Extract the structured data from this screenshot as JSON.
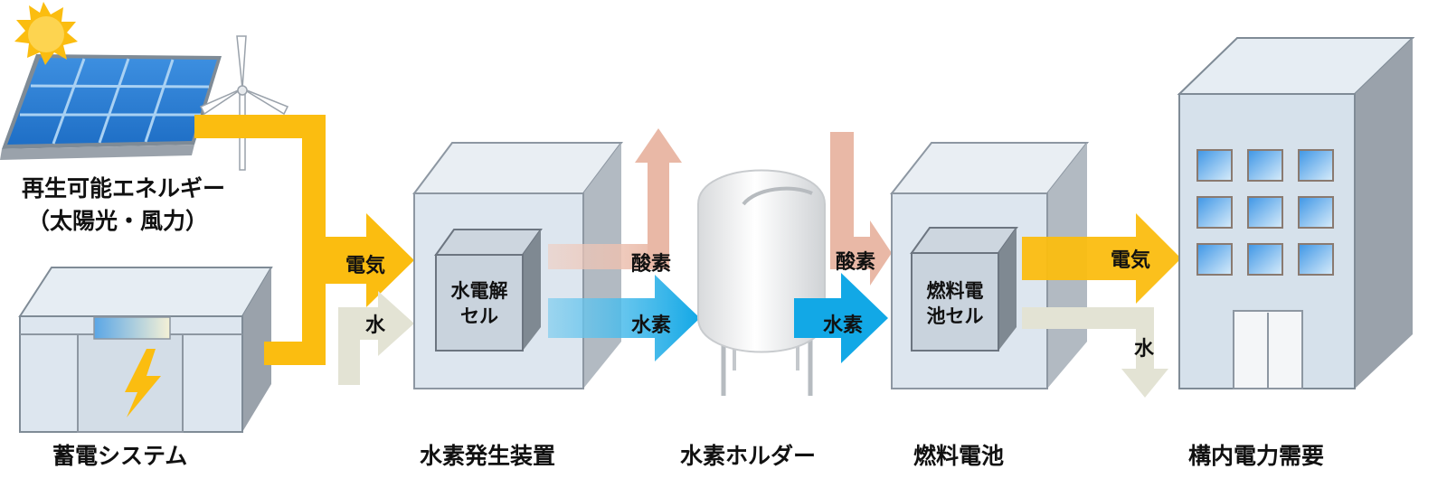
{
  "sources": {
    "renewable_line1": "再生可能エネルギー",
    "renewable_line2": "（太陽光・風力）",
    "storage": "蓄電システム"
  },
  "devices": {
    "generator": "水素発生装置",
    "electrolysis_line1": "水電解",
    "electrolysis_line2": "セル",
    "holder": "水素ホルダー",
    "fuel_cell": "燃料電池",
    "fuel_cell_inner_line1": "燃料電",
    "fuel_cell_inner_line2": "池セル",
    "demand": "構内電力需要"
  },
  "flows": {
    "electricity_in": "電気",
    "water_in": "水",
    "oxygen_out": "酸素",
    "hydrogen_out": "水素",
    "oxygen_in": "酸素",
    "hydrogen_in": "水素",
    "electricity_out": "電気",
    "water_out": "水"
  },
  "colors": {
    "electricity": "#fbbd10",
    "water": "#e3e3d4",
    "oxygen": "#e9b8a6",
    "hydrogen": "#12a8e6",
    "box_front": "#dde6ef",
    "box_side": "#9aa2ab",
    "box_top": "#e9eef3",
    "window_blue": "#5ba7e8"
  }
}
